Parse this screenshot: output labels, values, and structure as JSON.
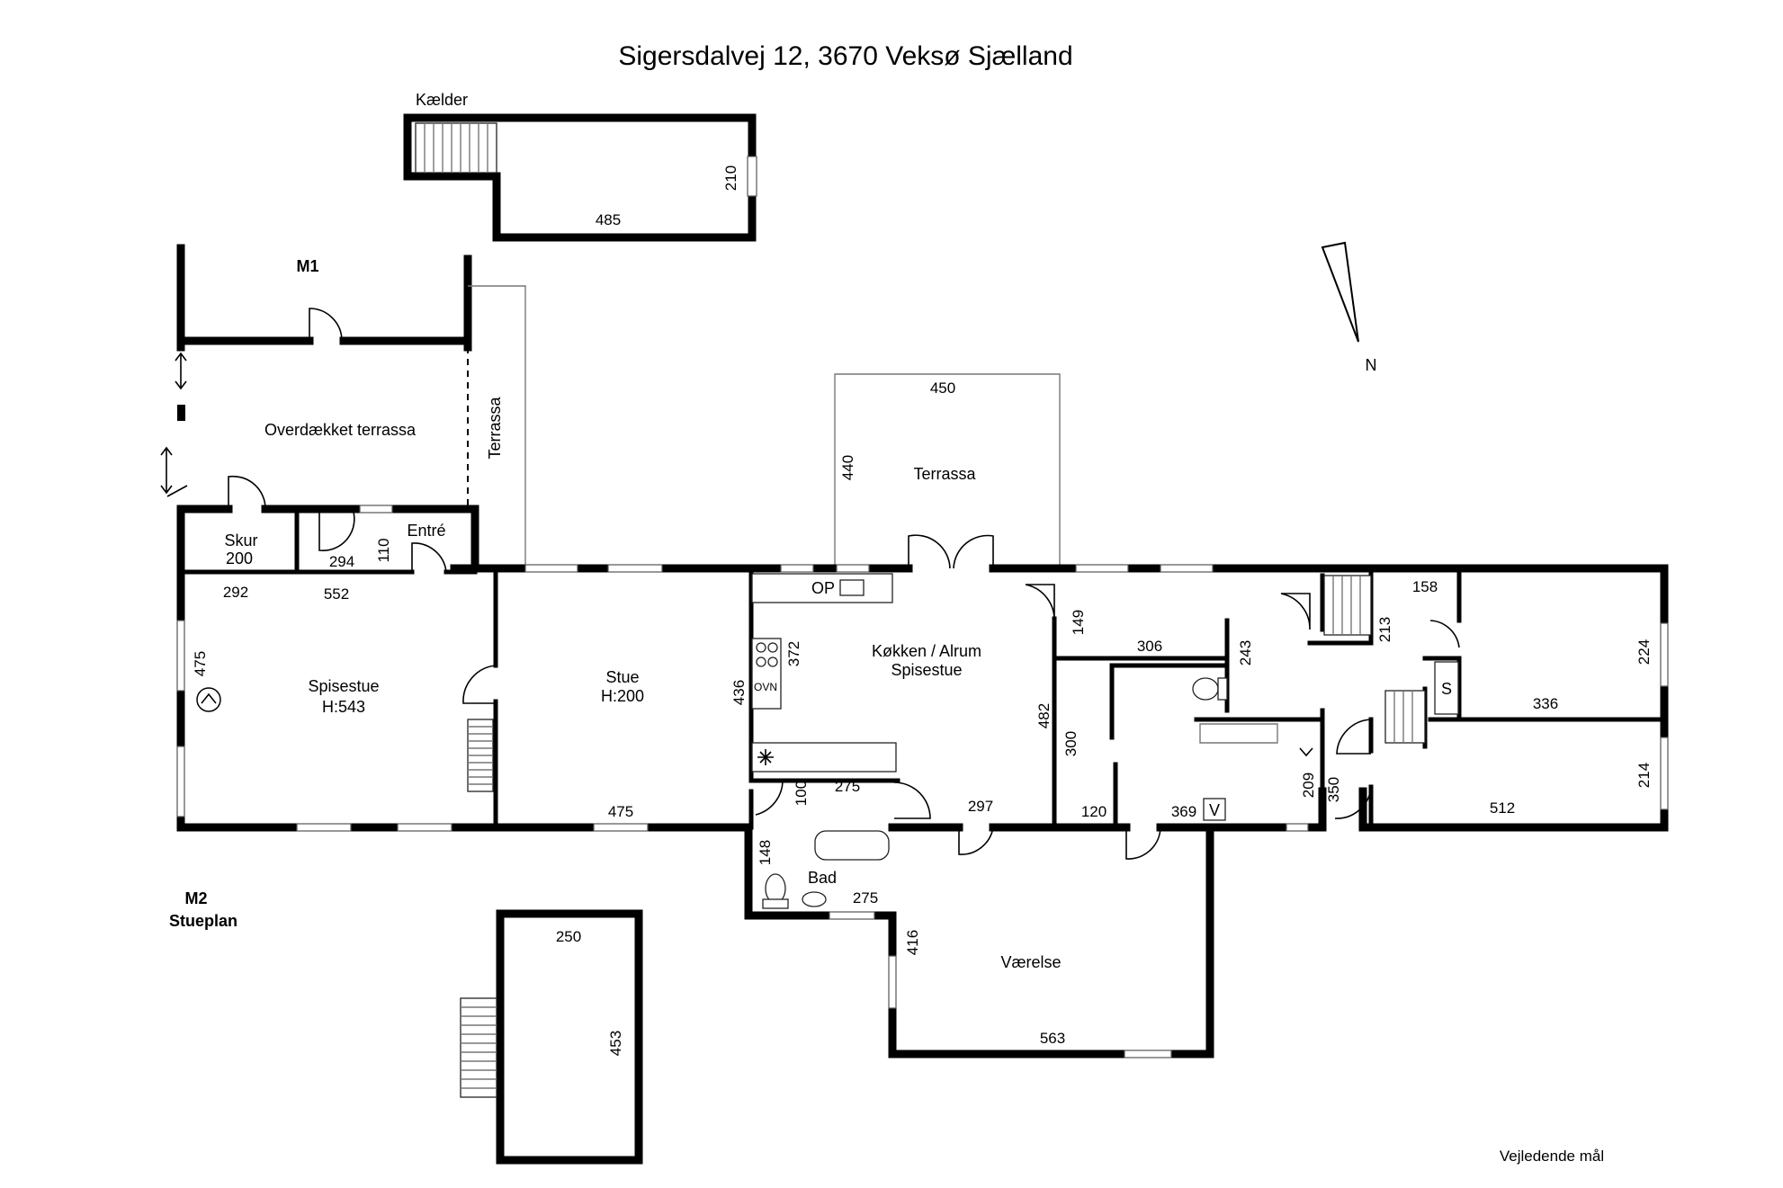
{
  "title": "Sigersdalvej 12, 3670 Veksø Sjælland",
  "labels": {
    "kaelder": "Kælder",
    "m1": "M1",
    "m2": "M2",
    "stueplan": "Stueplan",
    "overdaekket": "Overdækket terrassa",
    "terrassa_vert": "Terrassa",
    "terrassa": "Terrassa",
    "skur": "Skur",
    "skur_dim": "200",
    "entre": "Entré",
    "spisestue": "Spisestue",
    "spisestue_h": "H:543",
    "stue": "Stue",
    "stue_h": "H:200",
    "kokken": "Køkken / Alrum",
    "kokken2": "Spisestue",
    "op": "OP",
    "ovn": "OVN",
    "bad": "Bad",
    "vaerelse": "Værelse",
    "north": "N",
    "s": "S",
    "v": "V",
    "vejledende": "Vejledende mål"
  },
  "dims": {
    "k210": "210",
    "k485": "485",
    "d450": "450",
    "d440": "440",
    "d294": "294",
    "d110": "110",
    "d292": "292",
    "d552": "552",
    "d475v": "475",
    "d436": "436",
    "d372": "372",
    "d475": "475",
    "d149": "149",
    "d306": "306",
    "d243": "243",
    "d482": "482",
    "d300": "300",
    "d100": "100",
    "d275a": "275",
    "d297": "297",
    "d120": "120",
    "d369": "369",
    "d148": "148",
    "d275b": "275",
    "d416": "416",
    "d563": "563",
    "d250": "250",
    "d453": "453",
    "d209": "209",
    "d350": "350",
    "d158": "158",
    "d213": "213",
    "d224": "224",
    "d336": "336",
    "d214": "214",
    "d512": "512"
  }
}
